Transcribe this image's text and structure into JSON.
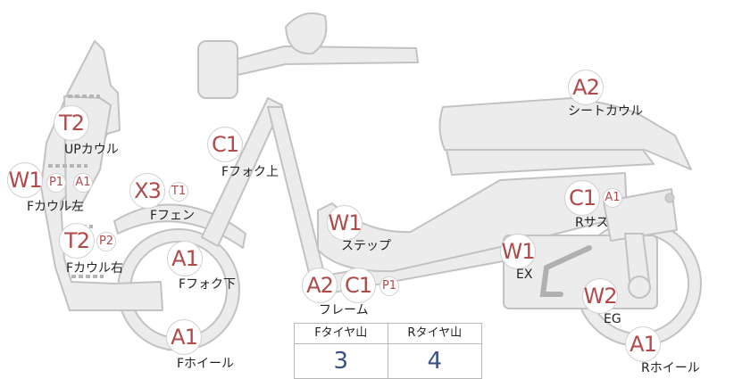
{
  "colors": {
    "part_fill": "#ececec",
    "part_stroke": "#c2c2c2",
    "badge_text": "#b04a4a",
    "value_text": "#3a4f86",
    "accent_line": "#b5b5b5"
  },
  "parts": [
    {
      "key": "up_cowl",
      "label": "UPカウル",
      "badges": [
        {
          "code": "T2",
          "size": "lg"
        }
      ]
    },
    {
      "key": "f_cowl_left",
      "label": "Fカウル左",
      "badges": [
        {
          "code": "W1",
          "size": "lg"
        },
        {
          "code": "P1",
          "size": "sm"
        },
        {
          "code": "A1",
          "size": "sm"
        }
      ]
    },
    {
      "key": "f_cowl_right",
      "label": "Fカウル右",
      "badges": [
        {
          "code": "T2",
          "size": "lg"
        },
        {
          "code": "P2",
          "size": "sm"
        }
      ]
    },
    {
      "key": "f_fork_upper",
      "label": "Fフォク上",
      "badges": [
        {
          "code": "C1",
          "size": "lg"
        }
      ]
    },
    {
      "key": "f_fender",
      "label": "Fフェン",
      "badges": [
        {
          "code": "X3",
          "size": "lg"
        },
        {
          "code": "T1",
          "size": "sm"
        }
      ]
    },
    {
      "key": "f_fork_lower",
      "label": "Fフォク下",
      "badges": [
        {
          "code": "A1",
          "size": "lg"
        }
      ]
    },
    {
      "key": "f_wheel",
      "label": "Fホイール",
      "badges": [
        {
          "code": "A1",
          "size": "lg"
        }
      ]
    },
    {
      "key": "step",
      "label": "ステップ",
      "badges": [
        {
          "code": "W1",
          "size": "lg"
        }
      ]
    },
    {
      "key": "frame",
      "label": "フレーム",
      "badges": [
        {
          "code": "A2",
          "size": "lg"
        },
        {
          "code": "C1",
          "size": "lg"
        },
        {
          "code": "P1",
          "size": "sm"
        }
      ]
    },
    {
      "key": "seat_cowl",
      "label": "シートカウル",
      "badges": [
        {
          "code": "A2",
          "size": "lg"
        }
      ]
    },
    {
      "key": "r_suspension",
      "label": "Rサス",
      "badges": [
        {
          "code": "C1",
          "size": "lg"
        },
        {
          "code": "A1",
          "size": "sm"
        }
      ]
    },
    {
      "key": "exhaust",
      "label": "EX",
      "badges": [
        {
          "code": "W1",
          "size": "lg"
        }
      ]
    },
    {
      "key": "engine",
      "label": "EG",
      "badges": [
        {
          "code": "W2",
          "size": "lg"
        }
      ]
    },
    {
      "key": "r_wheel",
      "label": "Rホイール",
      "badges": [
        {
          "code": "A1",
          "size": "lg"
        }
      ]
    }
  ],
  "tire_tread": {
    "front_label": "Fタイヤ山",
    "rear_label": "Rタイヤ山",
    "front_value": "3",
    "rear_value": "4"
  }
}
